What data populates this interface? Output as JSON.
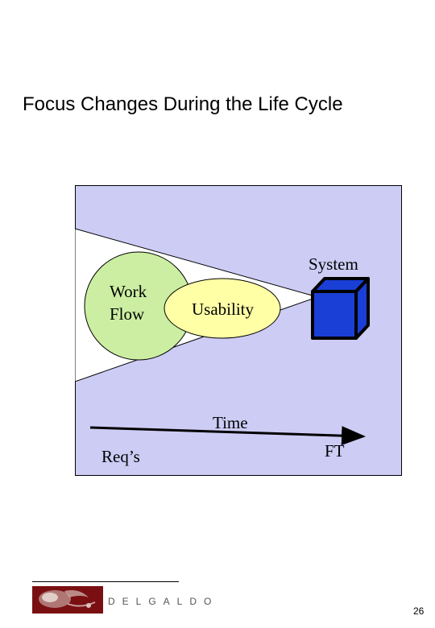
{
  "slide": {
    "title": "Focus Changes During the Life Cycle",
    "page_number": "26"
  },
  "diagram": {
    "labels": {
      "work_flow_line1": "Work",
      "work_flow_line2": "Flow",
      "usability": "Usability",
      "system": "System",
      "time": "Time",
      "reqs": "Req’s",
      "ft": "FT"
    },
    "colors": {
      "background": "#ccccf5",
      "cone": "#ffffff",
      "work_flow_circle": "#cceea2",
      "usability_ellipse": "#ffffa6",
      "system_cube": "#1a3fd6",
      "outline": "#000000"
    }
  },
  "footer": {
    "logo_text": "DELGALDO"
  }
}
